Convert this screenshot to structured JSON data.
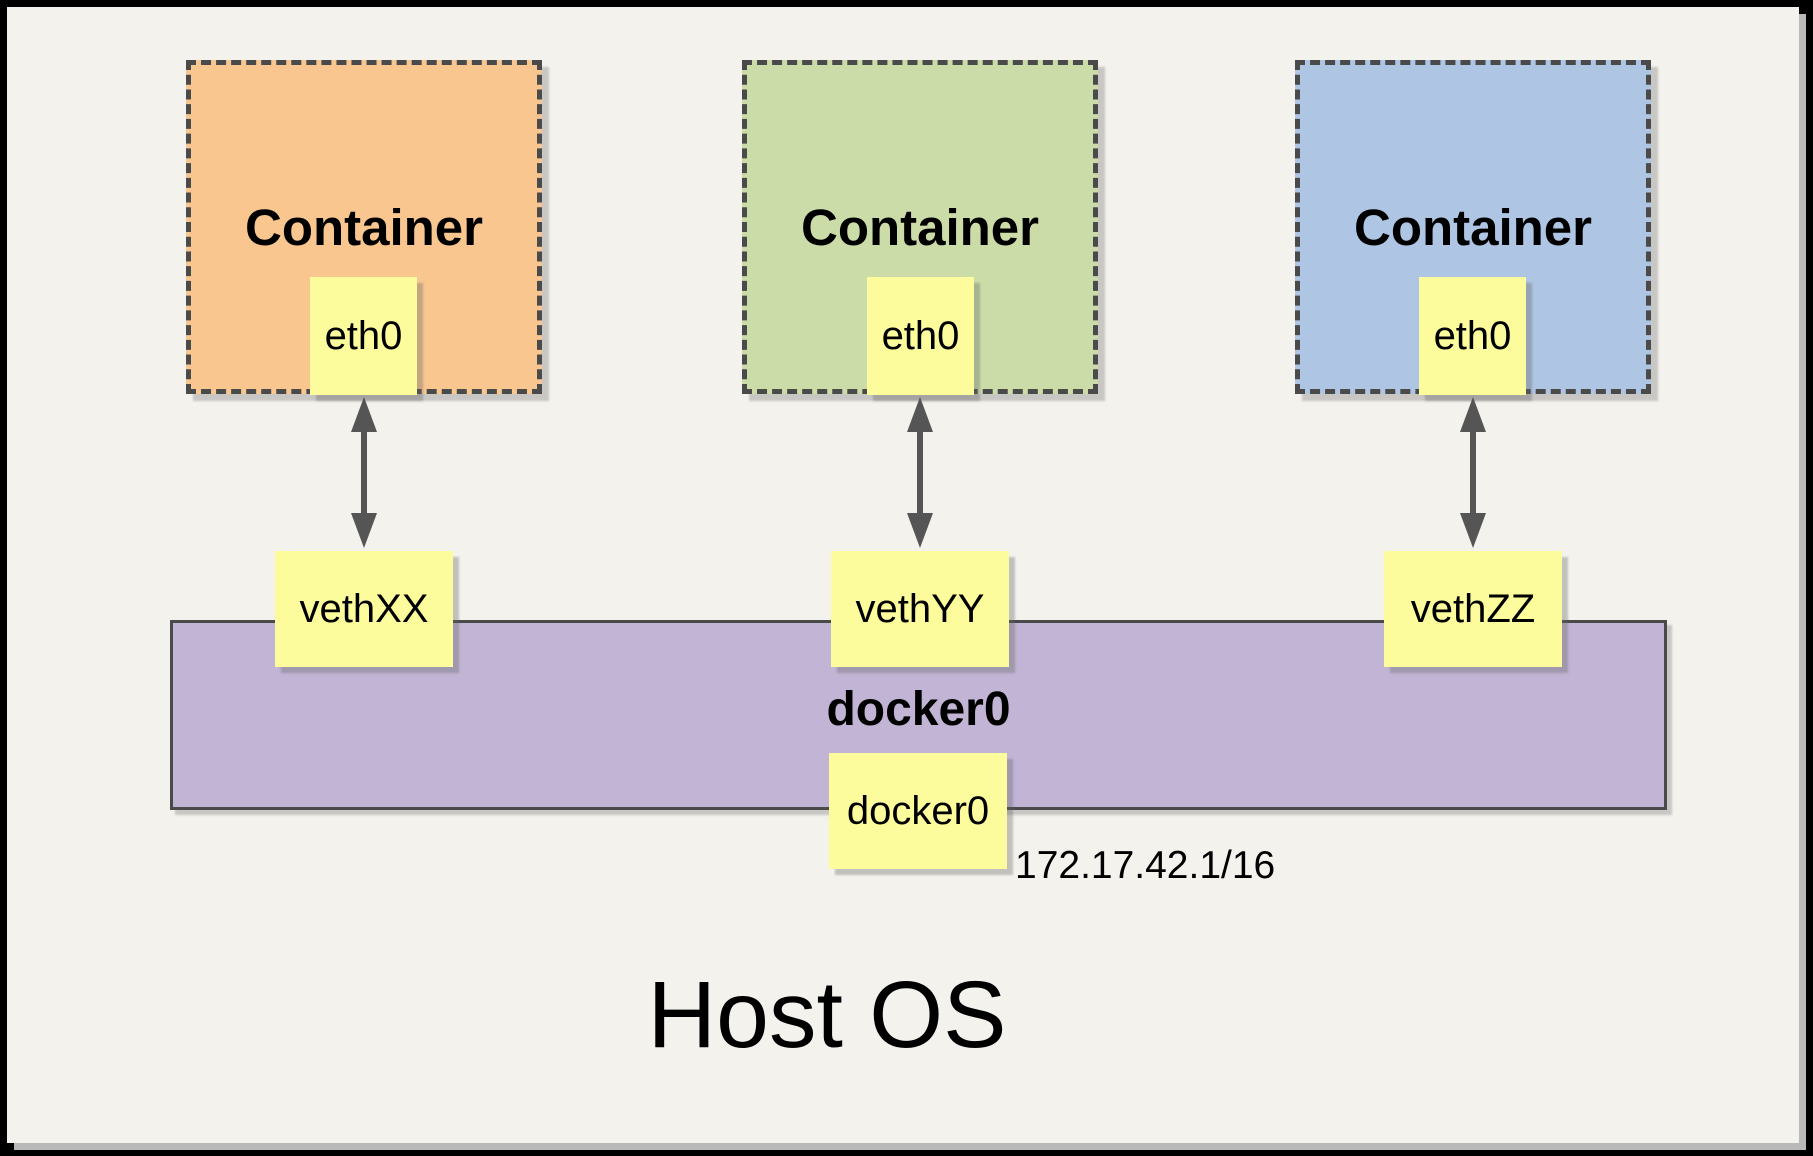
{
  "diagram": {
    "host": {
      "label": "Host OS"
    },
    "containers": [
      {
        "label": "Container",
        "interface": "eth0",
        "veth": "vethXX",
        "fill": "#F9C690"
      },
      {
        "label": "Container",
        "interface": "eth0",
        "veth": "vethYY",
        "fill": "#CBDCA8"
      },
      {
        "label": "Container",
        "interface": "eth0",
        "veth": "vethZZ",
        "fill": "#AEC5E3"
      }
    ],
    "bridge": {
      "label": "docker0",
      "interface_label": "docker0",
      "ip": "172.17.42.1/16",
      "fill": "#C1B4D4"
    },
    "colors": {
      "panel_bg": "#F4F2ED",
      "frame": "#000000",
      "note_fill": "#FCFC9D",
      "line": "#4A4A4A",
      "arrow": "#555555"
    }
  }
}
